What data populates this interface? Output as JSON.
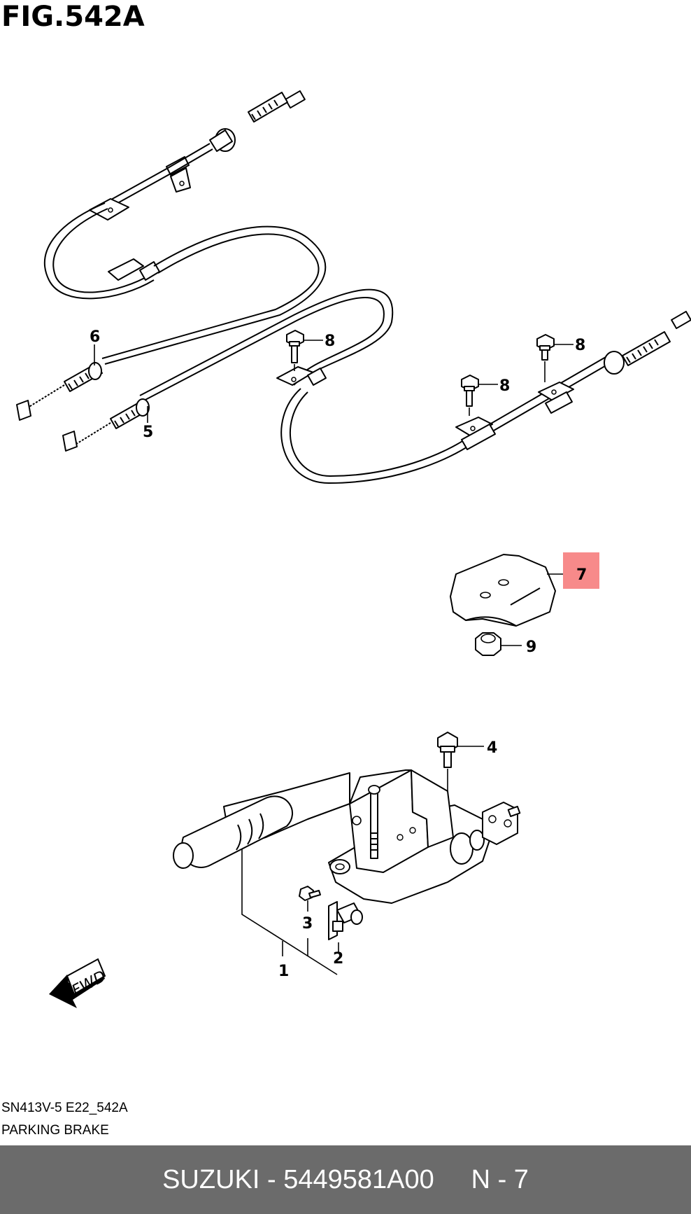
{
  "figure": {
    "title": "FIG.542A"
  },
  "callouts": {
    "c1": "1",
    "c2": "2",
    "c3": "3",
    "c4": "4",
    "c5": "5",
    "c6": "6",
    "c7": "7",
    "c8a": "8",
    "c8b": "8",
    "c8c": "8",
    "c9": "9"
  },
  "highlight_color": "#f78a8a",
  "fwd_label": "FWD",
  "caption": {
    "code": "SN413V-5 E22_542A",
    "name": "PARKING BRAKE"
  },
  "footer": {
    "brand": "SUZUKI",
    "separator": "-",
    "part_number": "5449581A00",
    "position": "N - 7"
  }
}
